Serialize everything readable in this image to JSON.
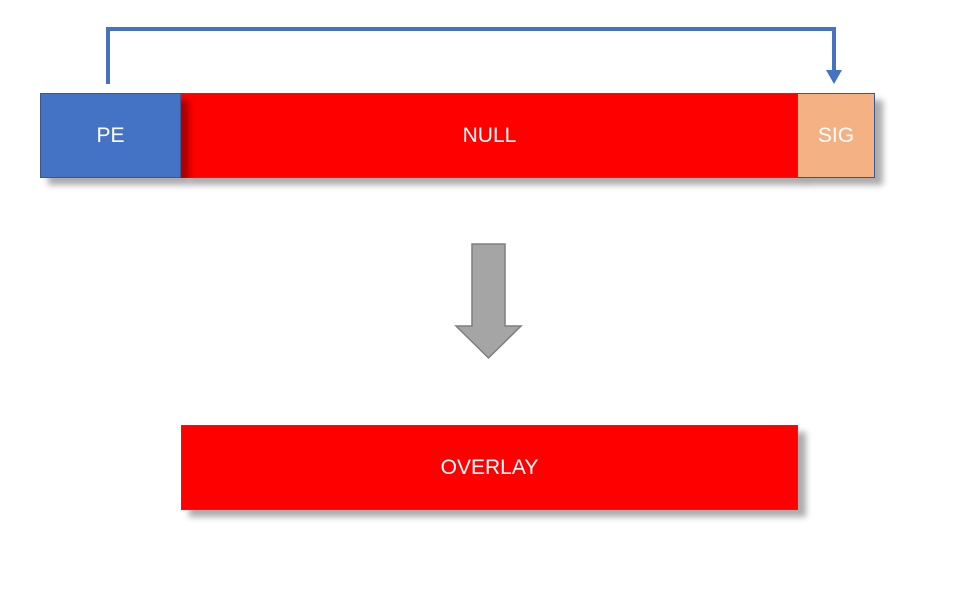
{
  "blocks": {
    "pe": {
      "label": "PE",
      "color": "#4472c4"
    },
    "null": {
      "label": "NULL",
      "color": "#ff0000"
    },
    "sig": {
      "label": "SIG",
      "color": "#f4b183"
    },
    "overlay": {
      "label": "OVERLAY",
      "color": "#ff0000"
    }
  },
  "connector": {
    "color": "#4472c4"
  },
  "down_arrow": {
    "color": "#a5a5a5",
    "outline": "#7f7f7f"
  }
}
